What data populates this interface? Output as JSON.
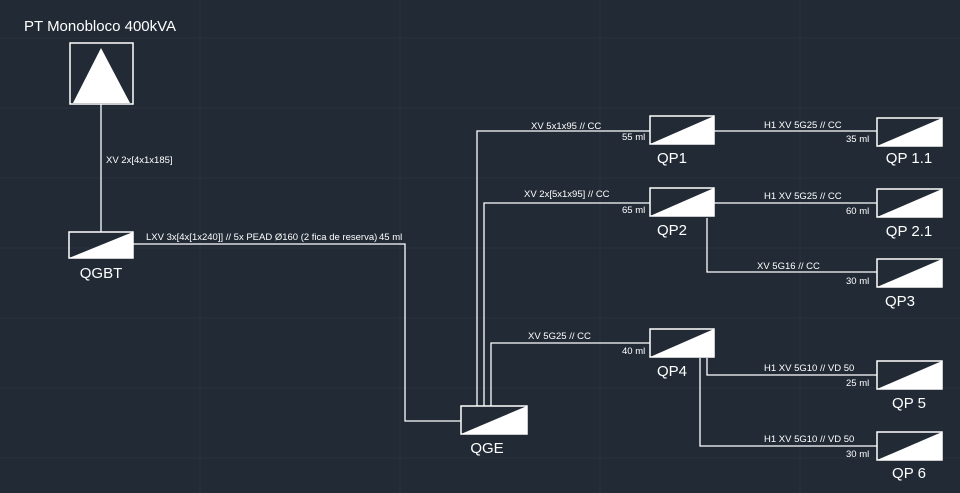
{
  "title": "PT Monobloco 400kVA",
  "colors": {
    "background": "#222a35",
    "foreground": "#ffffff",
    "grid": "#2a323e"
  },
  "panels": {
    "qgbt": "QGBT",
    "qge": "QGE",
    "qp1": "QP1",
    "qp11": "QP 1.1",
    "qp2": "QP2",
    "qp21": "QP 2.1",
    "qp3": "QP3",
    "qp4": "QP4",
    "qp5": "QP 5",
    "qp6": "QP 6"
  },
  "cables": {
    "pt_qgbt": "XV 2x[4x1x185]",
    "qgbt_qge": "LXV 3x[4x[1x240]] // 5x PEAD Ø160 (2 fica de reserva)",
    "qgbt_qge_len": "45 ml",
    "qge_qp1": "XV  5x1x95 // CC",
    "qge_qp1_len": "55 ml",
    "qge_qp2": "XV  2x[5x1x95] // CC",
    "qge_qp2_len": "65 ml",
    "qge_qp4": "XV  5G25 // CC",
    "qge_qp4_len": "40 ml",
    "qp1_qp11": "H1 XV 5G25 // CC",
    "qp1_qp11_len": "35 ml",
    "qp2_qp21": "H1 XV 5G25 // CC",
    "qp2_qp21_len": "60 ml",
    "qp2_qp3": "XV 5G16 // CC",
    "qp2_qp3_len": "30 ml",
    "qp4_qp5": "H1 XV 5G10 // VD 50",
    "qp4_qp5_len": "25 ml",
    "qp4_qp6": "H1 XV 5G10 // VD 50",
    "qp4_qp6_len": "30 ml"
  }
}
